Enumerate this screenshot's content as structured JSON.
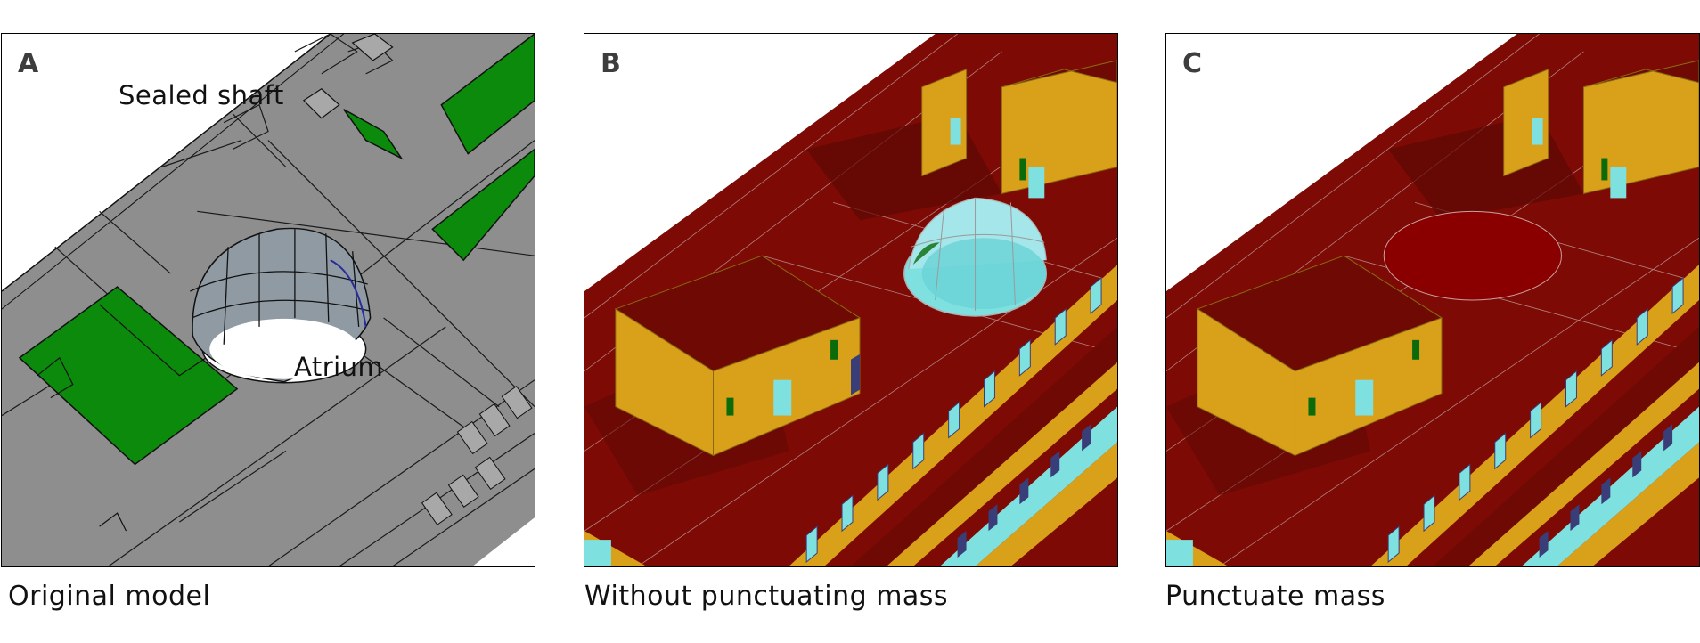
{
  "panels": [
    {
      "letter": "A",
      "caption": "Original model"
    },
    {
      "letter": "B",
      "caption": "Without punctuating mass"
    },
    {
      "letter": "C",
      "caption": "Punctuate mass"
    }
  ],
  "labels": {
    "sealed_shaft": "Sealed shaft",
    "atrium": "Atrium"
  },
  "colors": {
    "model_gray": "#8e8e8e",
    "roof_green": "#0b8a0b",
    "mass_red": "#7d0a04",
    "wall_yellow": "#d9a01a",
    "glass_cyan": "#6fd9d9",
    "window_navy": "#3a3e78"
  }
}
